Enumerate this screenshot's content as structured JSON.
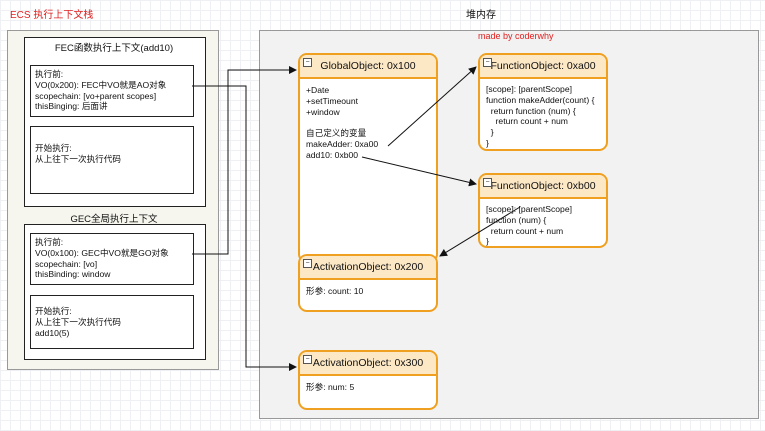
{
  "ecs_title": "ECS 执行上下文栈",
  "heap_title": "堆内存",
  "made_by": "made by coderwhy",
  "fec": {
    "title": "FEC函数执行上下文(add10)",
    "vo_lines": [
      "执行前:",
      "VO(0x200): FEC中VO就是AO对象",
      "scopechain: [vo+parent scopes]",
      "thisBinging: 后面讲"
    ],
    "exec_lines": [
      "开始执行:",
      "从上往下一次执行代码"
    ]
  },
  "gec": {
    "title": "GEC全局执行上下文",
    "vo_lines": [
      "执行前:",
      "VO(0x100): GEC中VO就是GO对象",
      "scopechain: [vo]",
      "thisBinding: window"
    ],
    "exec_lines": [
      "开始执行:",
      "从上往下一次执行代码",
      "add10(5)"
    ]
  },
  "objects": {
    "global": {
      "title": "GlobalObject: 0x100",
      "lines": [
        "+Date",
        "+setTimeount",
        "+window",
        "",
        "自己定义的变量",
        "makeAdder: 0xa00",
        "add10: 0xb00"
      ]
    },
    "fn_a00": {
      "title": "FunctionObject: 0xa00",
      "lines": [
        "[scope]: [parentScope]",
        "function makeAdder(count) {",
        "  return function (num) {",
        "    return count + num",
        "  }",
        "}"
      ]
    },
    "fn_b00": {
      "title": "FunctionObject: 0xb00",
      "lines": [
        "[scope]: [parentScope]",
        "function (num) {",
        "  return count + num",
        "}"
      ]
    },
    "ao_200": {
      "title": "ActivationObject: 0x200",
      "lines": [
        "形参: count: 10"
      ]
    },
    "ao_300": {
      "title": "ActivationObject: 0x300",
      "lines": [
        "形参: num: 5"
      ]
    }
  },
  "colors": {
    "accent_red": "#e02020",
    "object_border": "#f0a020",
    "object_header": "#fde8c6"
  }
}
